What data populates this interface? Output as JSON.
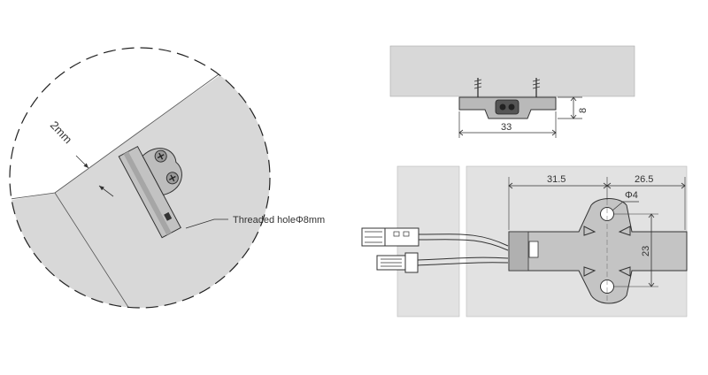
{
  "colors": {
    "surface": "#d8d8d8",
    "surface_light": "#e2e2e2",
    "part": "#b9b9b9",
    "part_dark": "#8a8a8a",
    "line": "#333333",
    "screw": "#9a9a9a",
    "white": "#ffffff"
  },
  "detail": {
    "gap_label": "2mm",
    "callout_label": "Threaded holeΦ8mm"
  },
  "side_view": {
    "height_label": "8",
    "width_label": "33"
  },
  "top_view": {
    "left_label": "31.5",
    "right_label": "26.5",
    "hole_label": "Φ4",
    "spacing_label": "23"
  }
}
